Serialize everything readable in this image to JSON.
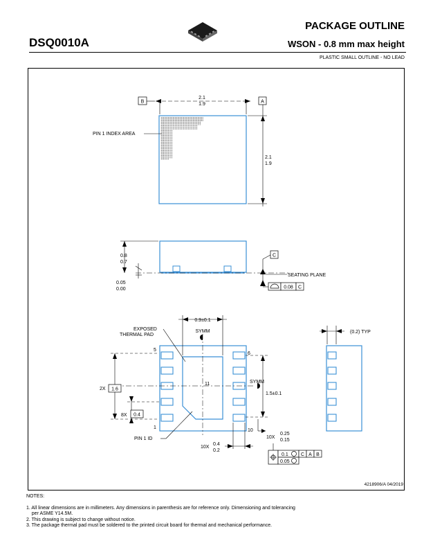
{
  "header": {
    "doc_id": "DSQ0010A",
    "title": "PACKAGE OUTLINE",
    "subtitle": "WSON - 0.8 mm max height",
    "description": "PLASTIC SMALL OUTLINE - NO LEAD"
  },
  "top_view": {
    "datum_b": "B",
    "datum_a": "A",
    "width_max": "2.1",
    "width_min": "1.9",
    "height_max": "2.1",
    "height_min": "1.9",
    "pin1_label": "PIN 1 INDEX AREA"
  },
  "side_view": {
    "height_max": "0.8",
    "height_min": "0.7",
    "standoff_max": "0.05",
    "standoff_min": "0.00",
    "datum_c": "C",
    "seating_plane": "SEATING PLANE",
    "flatness_value": "0.08",
    "flatness_datum": "C"
  },
  "bottom_view": {
    "exposed_pad_label_1": "EXPOSED",
    "exposed_pad_label_2": "THERMAL PAD",
    "pad_width": "0.9±0.1",
    "symm_top": "SYMM",
    "symm_right": "SYMM",
    "pin5": "5",
    "pin6": "6",
    "pin1": "1",
    "pin10": "10",
    "pad_num": "11",
    "pitch_count": "2X",
    "pitch_value": "1.6",
    "pitch8_count": "8X",
    "pitch8_value": "0.4",
    "pad_length": "1.5±0.1",
    "pin1_id": "PIN 1 ID",
    "lead_width_count": "10X",
    "lead_width_max": "0.4",
    "lead_width_min": "0.2",
    "lead_len_count": "10X",
    "lead_len_max": "0.25",
    "lead_len_min": "0.15",
    "tol_1": "0.1",
    "tol_1_datums": [
      "C",
      "A",
      "B"
    ],
    "tol_2": "0.05"
  },
  "side_view_2": {
    "typ_label": "(0.2) TYP"
  },
  "drawing_ref": "4218906/A  04/2019",
  "notes": {
    "title": "NOTES:",
    "items": [
      "1. All linear dimensions are in millimeters. Any dimensions in parenthesis are for reference only. Dimensioning and tolerancing\n    per ASME Y14.5M.",
      "2. This drawing is subject to change without notice.",
      "3. The package thermal pad must be soldered to the printed circuit board for thermal and mechanical performance."
    ]
  },
  "colors": {
    "outline": "#3a8fd6",
    "ink": "#000000"
  }
}
